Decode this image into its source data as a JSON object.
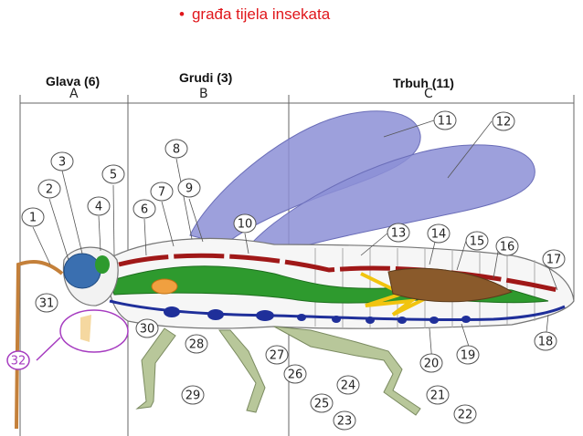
{
  "title": "građa tijela insekata",
  "sections": [
    {
      "name": "Glava (6)",
      "letter": "A"
    },
    {
      "name": "Grudi (3)",
      "letter": "B"
    },
    {
      "name": "Trbuh (11)",
      "letter": "C"
    }
  ],
  "callouts": [
    "1",
    "2",
    "3",
    "4",
    "5",
    "6",
    "7",
    "8",
    "9",
    "10",
    "11",
    "12",
    "13",
    "14",
    "15",
    "16",
    "17",
    "18",
    "19",
    "20",
    "21",
    "22",
    "23",
    "24",
    "25",
    "26",
    "27",
    "28",
    "29",
    "30",
    "31",
    "32"
  ],
  "colors": {
    "title": "#e0161b",
    "wing": "#8c8fd6",
    "gut": "#2e9a2e",
    "nerve_cord": "#1f2f9a",
    "heart": "#a01818",
    "leg": "#b8c79a",
    "eye": "#3a6fb0",
    "mouthparts_outline": "#a63cc0",
    "callout_32": "#a63cc0"
  }
}
